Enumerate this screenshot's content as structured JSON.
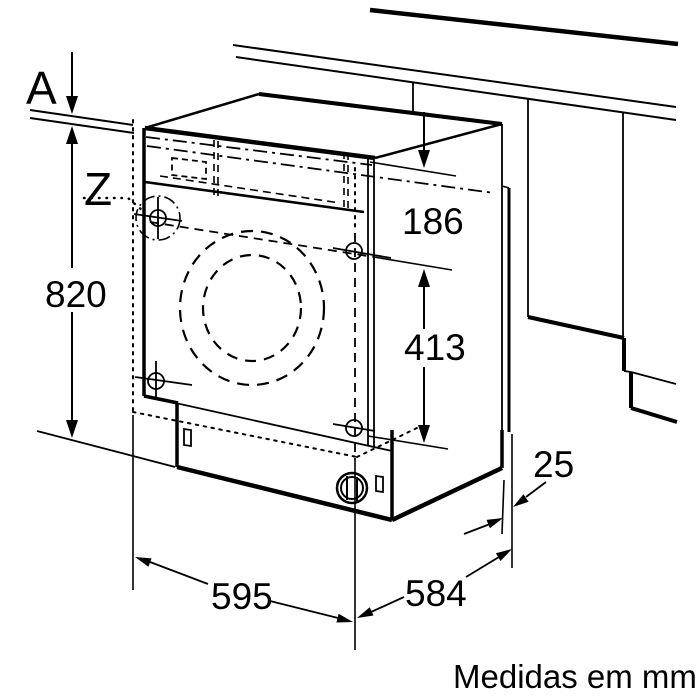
{
  "diagram": {
    "type": "appliance-installation-drawing",
    "units_note": "Medidas em mm",
    "labels": {
      "countertop_gap": "A",
      "hinge_detail": "Z",
      "niche_height": "820",
      "top_panel_height": "186",
      "door_panel_height": "413",
      "rear_clearance": "25",
      "appliance_width": "595",
      "appliance_depth": "584"
    },
    "dimensions_mm": {
      "niche_height": 820,
      "top_panel_height": 186,
      "door_panel_height": 413,
      "rear_clearance": 25,
      "appliance_width": 595,
      "appliance_depth": 584
    },
    "colors": {
      "line": "#000000",
      "background": "#ffffff"
    }
  }
}
